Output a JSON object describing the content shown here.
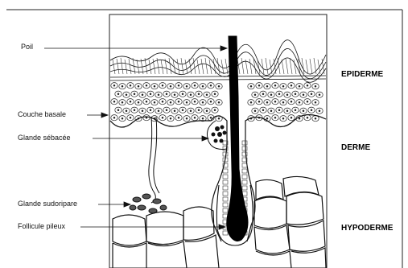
{
  "labels": {
    "poil": "Poil",
    "couche_basale": "Couche basale",
    "glande_sebacee": "Glande sébacée",
    "glande_sudoripare": "Glande sudoripare",
    "follicule_pileux": "Follicule pileux"
  },
  "layers": {
    "epiderme": "EPIDERME",
    "derme": "DERME",
    "hypoderme": "HYPODERME"
  }
}
